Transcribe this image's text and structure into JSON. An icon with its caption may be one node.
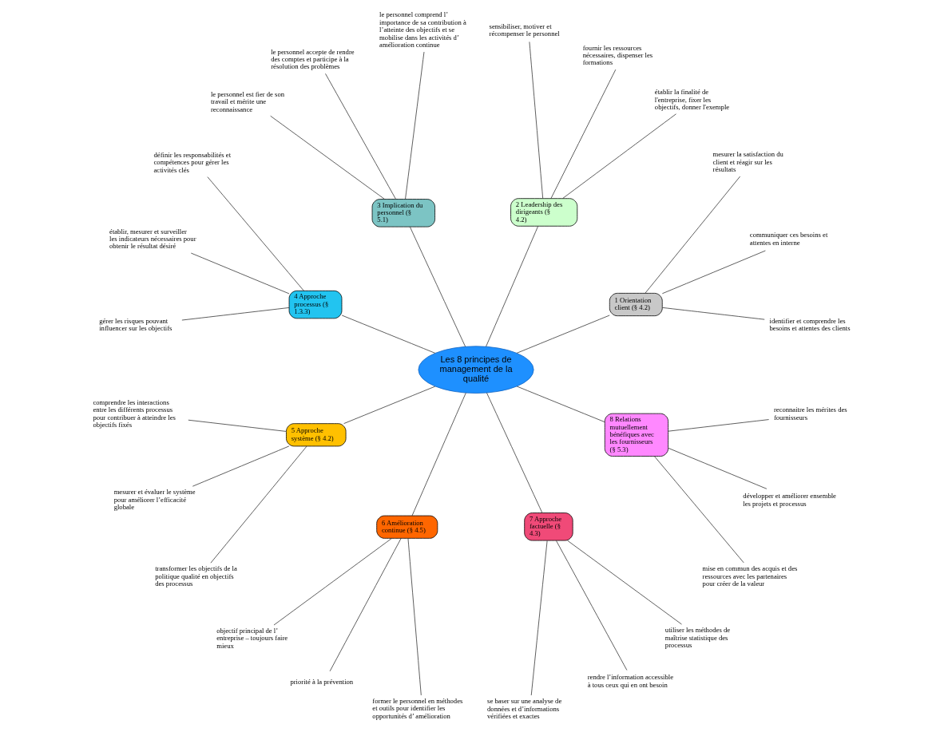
{
  "diagram": {
    "nodes": [
      {
        "text": [
          "Les 8 principes de management de la qualité"
        ]
      },
      {
        "text": [
          "1 Orientation client (§ 4.2)"
        ]
      },
      {
        "text": [
          "identifier et comprendre les besoins et attentes des clients"
        ]
      },
      {
        "text": [
          "communiquer ces besoins et attentes en interne"
        ]
      },
      {
        "text": [
          "mesurer la satisfaction du client et réagir sur les résultats"
        ]
      },
      {
        "text": [
          "2 Leadership des dirigeants (§ 4.2)"
        ]
      },
      {
        "text": [
          "établir la finalité de l'entreprise, fixer les objectifs, donner l'exemple"
        ]
      },
      {
        "text": [
          "fournir les ressources nécessaires, dispenser les formations"
        ]
      },
      {
        "text": [
          "sensibiliser, motiver et récompenser le personnel"
        ]
      },
      {
        "text": [
          "3 Implication du personnel (§ 5.1)"
        ]
      },
      {
        "text": [
          "le personnel comprend l’ importance de sa contribution à l’atteinte des objectifs et se mobilise dans les activités d’ amélioration continue"
        ]
      },
      {
        "text": [
          "le personnel accepte de rendre des comptes et participe à la résolution des problèmes"
        ]
      },
      {
        "text": [
          "le personnel est fier de son travail et mérite une reconnaissance"
        ]
      },
      {
        "text": [
          "4 Approche processus (§ 1.3.3)"
        ]
      },
      {
        "text": [
          "définir les responsabilités et compétences pour gérer les activités clés"
        ]
      },
      {
        "text": [
          "établir, mesurer et surveiller les indicateurs nécessaires pour obtenir le résultat désiré"
        ]
      },
      {
        "text": [
          "gérer les risques pouvant influencer sur les objectifs"
        ]
      },
      {
        "text": [
          "5 Approche système (§ 4.2)"
        ]
      },
      {
        "text": [
          "comprendre les interactions entre les différents processus pour contribuer à atteindre les objectifs fixés"
        ]
      },
      {
        "text": [
          "mesurer et évaluer le système pour améliorer l’efficacité globale"
        ]
      },
      {
        "text": [
          "transformer les objectifs de la politique qualité en objectifs des processus"
        ]
      },
      {
        "text": [
          "6 Amélioration continue (§ 4.5)"
        ]
      },
      {
        "text": [
          "objectif principal de l’ entreprise – toujours faire mieux"
        ]
      },
      {
        "text": [
          "priorité à la prévention"
        ]
      },
      {
        "text": [
          "former le personnel en méthodes et outils pour identifier les opportunités d’ amélioration"
        ]
      },
      {
        "text": [
          "7 Approche factuelle (§ 4.3)"
        ]
      },
      {
        "text": [
          "se baser sur une analyse de données et d’informations vérifiées et exactes"
        ]
      },
      {
        "text": [
          "rendre l’information accessible à tous ceux qui en ont besoin"
        ]
      },
      {
        "text": [
          "utiliser les méthodes de maîtrise statistique des processus"
        ]
      },
      {
        "text": [
          "8 Relations mutuellement bénéfiques avec les fournisseurs (§ 5.3)"
        ]
      },
      {
        "text": [
          "mise en commun des acquis et des ressources avec les partenaires pour créer de la valeur"
        ]
      },
      {
        "text": [
          "développer et améliorer ensemble les projets et processus"
        ]
      },
      {
        "text": [
          "reconnaitre les mérites des fournisseurs"
        ]
      }
    ],
    "edges": [
      {
        "from": 0,
        "to": 1,
        "arrow": "none"
      },
      {
        "from": 1,
        "to": 2,
        "arrow": "none"
      },
      {
        "from": 1,
        "to": 3,
        "arrow": "none"
      },
      {
        "from": 1,
        "to": 4,
        "arrow": "none"
      },
      {
        "from": 0,
        "to": 5,
        "arrow": "none"
      },
      {
        "from": 5,
        "to": 6,
        "arrow": "none"
      },
      {
        "from": 5,
        "to": 7,
        "arrow": "none"
      },
      {
        "from": 5,
        "to": 8,
        "arrow": "none"
      },
      {
        "from": 0,
        "to": 9,
        "arrow": "none"
      },
      {
        "from": 9,
        "to": 10,
        "arrow": "none"
      },
      {
        "from": 9,
        "to": 11,
        "arrow": "none"
      },
      {
        "from": 9,
        "to": 12,
        "arrow": "none"
      },
      {
        "from": 0,
        "to": 13,
        "arrow": "none"
      },
      {
        "from": 13,
        "to": 14,
        "arrow": "none"
      },
      {
        "from": 13,
        "to": 15,
        "arrow": "none"
      },
      {
        "from": 13,
        "to": 16,
        "arrow": "none"
      },
      {
        "from": 0,
        "to": 17,
        "arrow": "none"
      },
      {
        "from": 17,
        "to": 18,
        "arrow": "none"
      },
      {
        "from": 17,
        "to": 19,
        "arrow": "none"
      },
      {
        "from": 17,
        "to": 20,
        "arrow": "none"
      },
      {
        "from": 0,
        "to": 21,
        "arrow": "none"
      },
      {
        "from": 21,
        "to": 22,
        "arrow": "none"
      },
      {
        "from": 21,
        "to": 23,
        "arrow": "none"
      },
      {
        "from": 21,
        "to": 24,
        "arrow": "none"
      },
      {
        "from": 0,
        "to": 25,
        "arrow": "none"
      },
      {
        "from": 25,
        "to": 26,
        "arrow": "none"
      },
      {
        "from": 25,
        "to": 27,
        "arrow": "none"
      },
      {
        "from": 25,
        "to": 28,
        "arrow": "none"
      },
      {
        "from": 0,
        "to": 29,
        "arrow": "none"
      },
      {
        "from": 29,
        "to": 30,
        "arrow": "none"
      },
      {
        "from": 29,
        "to": 31,
        "arrow": "none"
      },
      {
        "from": 29,
        "to": 32,
        "arrow": "none"
      }
    ]
  }
}
